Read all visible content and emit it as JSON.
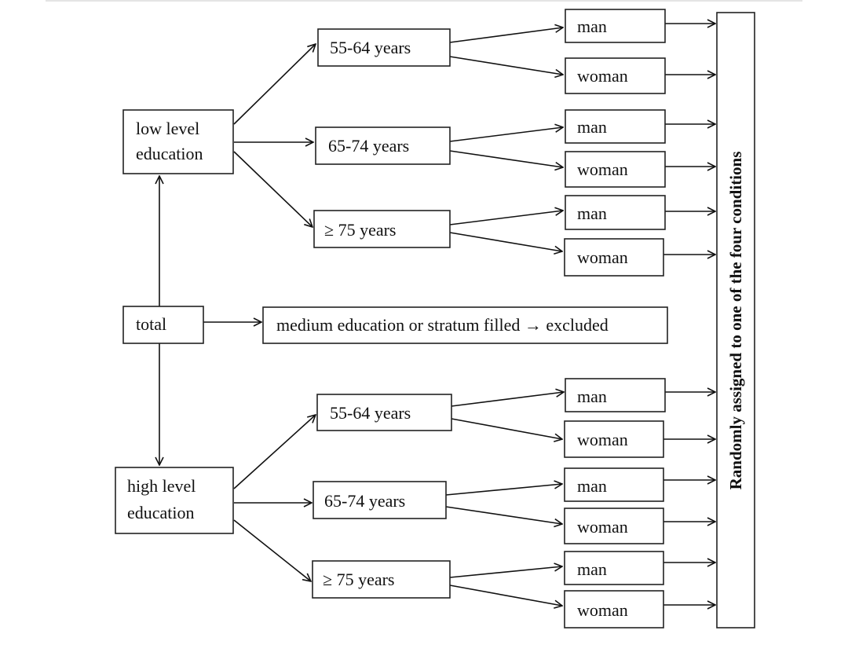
{
  "nodes": {
    "total": {
      "label": "total"
    },
    "low_education": {
      "lines": [
        "low level",
        "education"
      ]
    },
    "high_education": {
      "lines": [
        "high level",
        "education"
      ]
    },
    "excluded": {
      "label": "medium education or stratum filled → excluded"
    },
    "assignment": {
      "label": "Randomly assigned to one of the four conditions"
    },
    "low_groups": [
      {
        "age": "55-64 years",
        "men": "man",
        "women": "woman"
      },
      {
        "age": "65-74 years",
        "men": "man",
        "women": "woman"
      },
      {
        "age": "≥ 75 years",
        "men": "man",
        "women": "woman"
      }
    ],
    "high_groups": [
      {
        "age": "55-64 years",
        "men": "man",
        "women": "woman"
      },
      {
        "age": "65-74 years",
        "men": "man",
        "women": "woman"
      },
      {
        "age": "≥ 75 years",
        "men": "man",
        "women": "woman"
      }
    ]
  }
}
